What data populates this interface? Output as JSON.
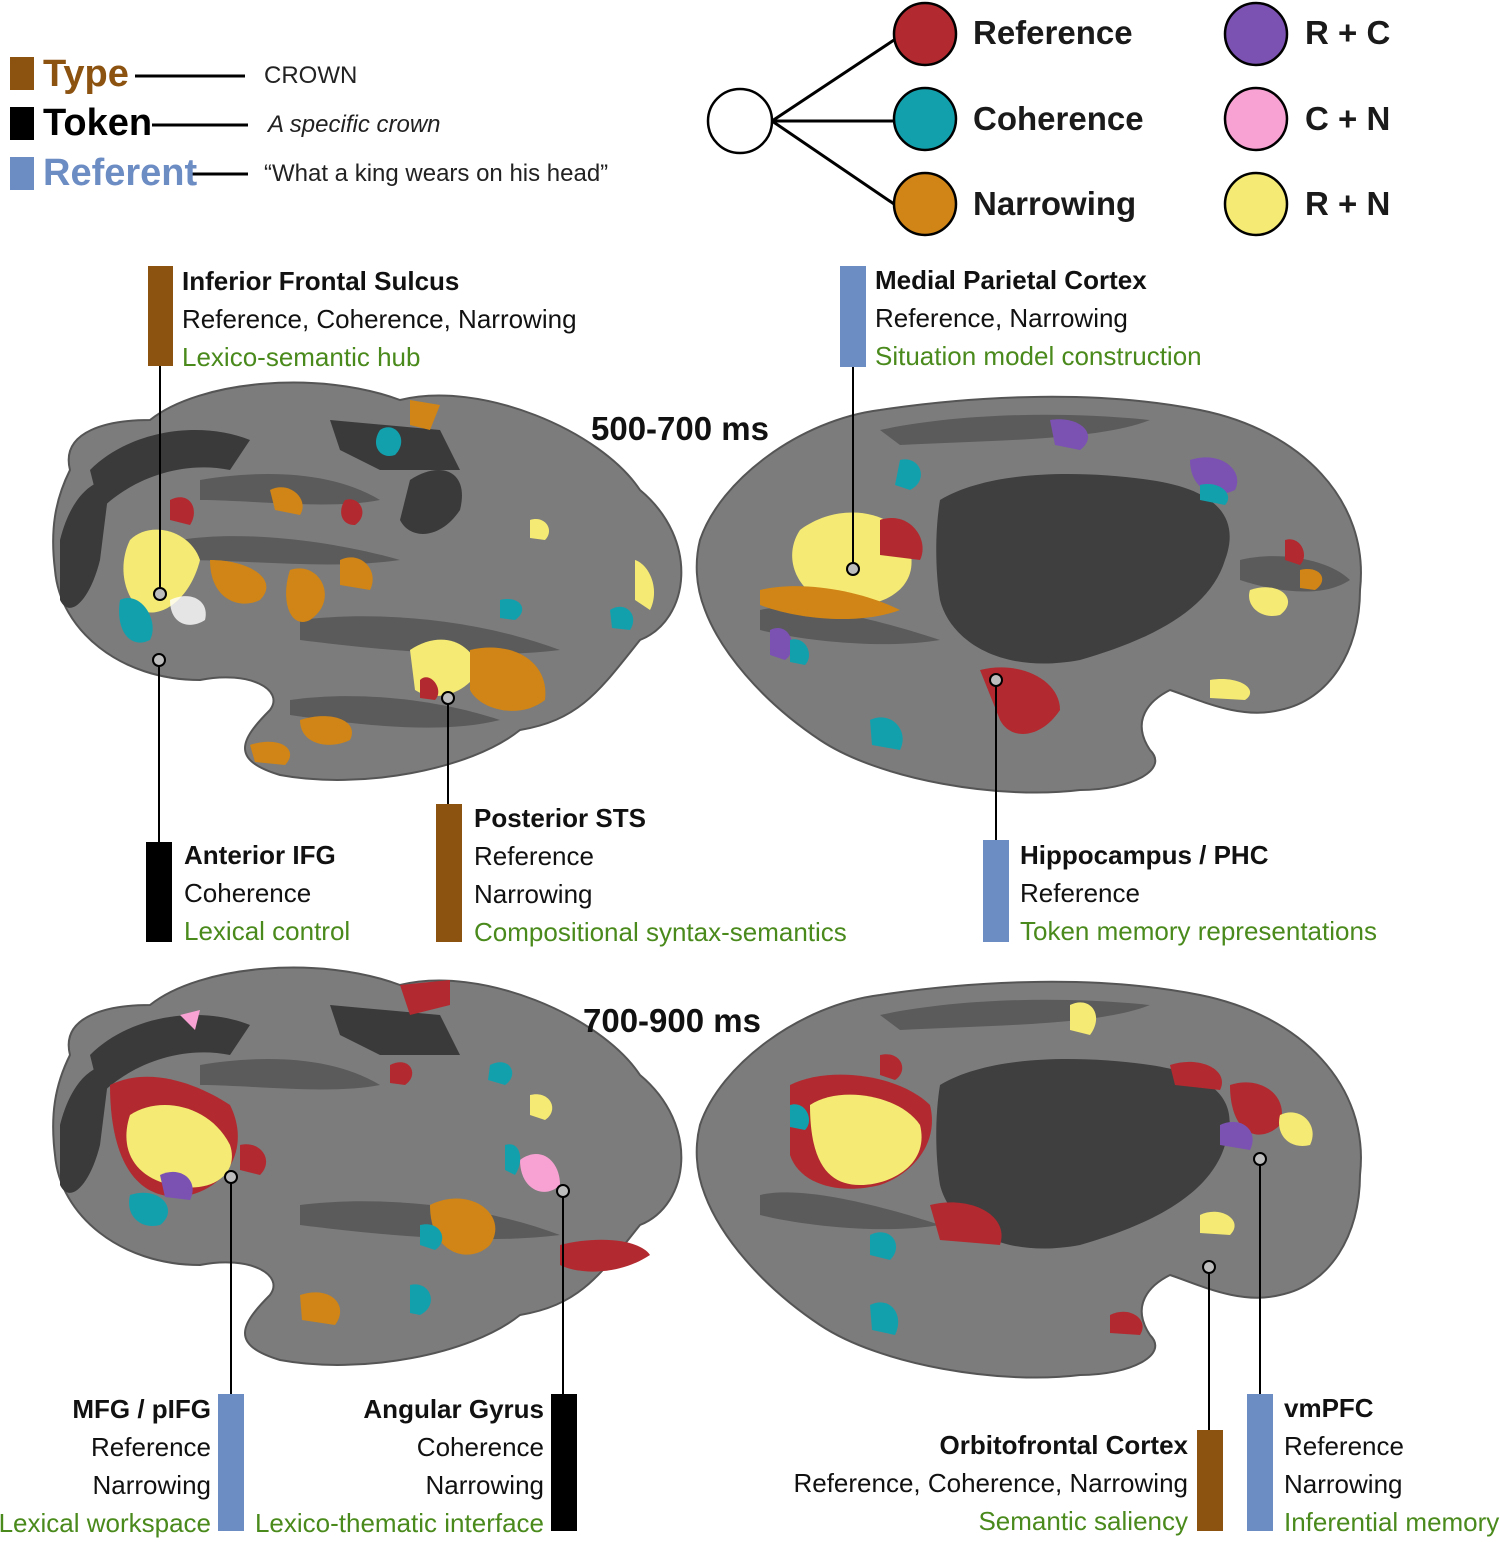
{
  "colors": {
    "type": "#8b5210",
    "token": "#000000",
    "referent": "#6c8cc4",
    "reference": "#b22a2f",
    "coherence": "#13a0ad",
    "narrowing": "#d08516",
    "r_c": "#7b52b2",
    "c_n": "#f7a2d2",
    "r_n": "#f5ea73",
    "function_text": "#4a8a1c",
    "brain_base": "#7c7c7c",
    "brain_sulci": "#5b5b5b",
    "brain_dark": "#3a3a3a"
  },
  "legend_left": [
    {
      "key": "type",
      "label": "Type",
      "example": "CROWN"
    },
    {
      "key": "token",
      "label": "Token",
      "example": "A specific crown"
    },
    {
      "key": "referent",
      "label": "Referent",
      "example": "“What a king wears on his head”"
    }
  ],
  "legend_right": {
    "singles": [
      {
        "key": "reference",
        "label": "Reference"
      },
      {
        "key": "coherence",
        "label": "Coherence"
      },
      {
        "key": "narrowing",
        "label": "Narrowing"
      }
    ],
    "combos": [
      {
        "key": "r_c",
        "label": "R + C"
      },
      {
        "key": "c_n",
        "label": "C + N"
      },
      {
        "key": "r_n",
        "label": "R + N"
      }
    ]
  },
  "time_windows": [
    "500-700 ms",
    "700-900 ms"
  ],
  "regions": [
    {
      "name": "Inferior Frontal Sulcus",
      "lines": [
        "Reference, Coherence, Narrowing"
      ],
      "function": "Lexico-semantic hub",
      "class": "type"
    },
    {
      "name": "Medial Parietal Cortex",
      "lines": [
        "Reference, Narrowing"
      ],
      "function": "Situation model construction",
      "class": "referent"
    },
    {
      "name": "Anterior IFG",
      "lines": [
        "Coherence"
      ],
      "function": "Lexical control",
      "class": "token"
    },
    {
      "name": "Posterior STS",
      "lines": [
        "Reference",
        "Narrowing"
      ],
      "function": "Compositional syntax-semantics",
      "class": "type"
    },
    {
      "name": "Hippocampus / PHC",
      "lines": [
        "Reference"
      ],
      "function": "Token memory representations",
      "class": "referent"
    },
    {
      "name": "MFG / pIFG",
      "lines": [
        "Reference",
        "Narrowing"
      ],
      "function": "Lexical workspace",
      "class": "referent"
    },
    {
      "name": "Angular Gyrus",
      "lines": [
        "Coherence",
        "Narrowing"
      ],
      "function": "Lexico-thematic interface",
      "class": "token"
    },
    {
      "name": "Orbitofrontal Cortex",
      "lines": [
        "Reference, Coherence, Narrowing"
      ],
      "function": "Semantic saliency",
      "class": "type"
    },
    {
      "name": "vmPFC",
      "lines": [
        "Reference",
        "Narrowing"
      ],
      "function": "Inferential memory",
      "class": "referent"
    }
  ]
}
